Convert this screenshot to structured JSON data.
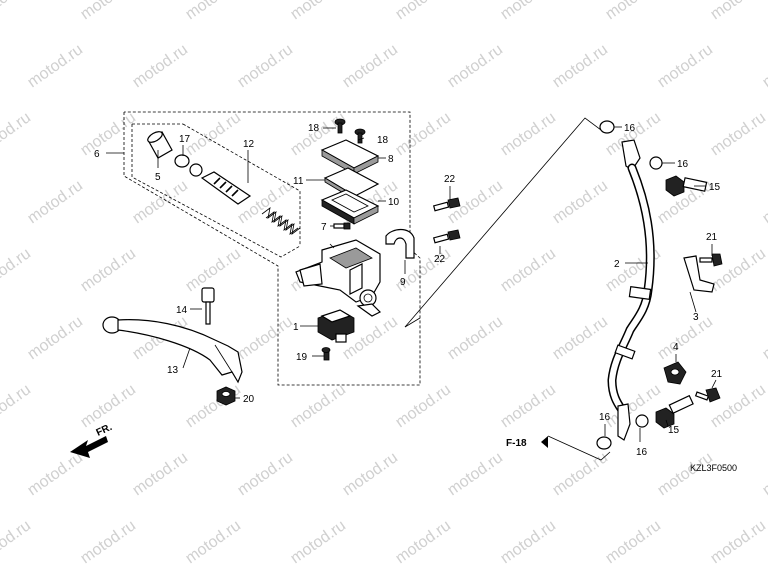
{
  "watermark": "motod.ru",
  "figure_code": "KZL3F0500",
  "ref_label": "F-18",
  "direction_label": "FR.",
  "callouts": [
    {
      "id": "c6",
      "text": "6"
    },
    {
      "id": "c17",
      "text": "17"
    },
    {
      "id": "c12",
      "text": "12"
    },
    {
      "id": "c5",
      "text": "5"
    },
    {
      "id": "c18a",
      "text": "18"
    },
    {
      "id": "c18b",
      "text": "18"
    },
    {
      "id": "c8",
      "text": "8"
    },
    {
      "id": "c11",
      "text": "11"
    },
    {
      "id": "c10",
      "text": "10"
    },
    {
      "id": "c7",
      "text": "7"
    },
    {
      "id": "c9",
      "text": "9"
    },
    {
      "id": "c22a",
      "text": "22"
    },
    {
      "id": "c22b",
      "text": "22"
    },
    {
      "id": "c1",
      "text": "1"
    },
    {
      "id": "c19",
      "text": "19"
    },
    {
      "id": "c14",
      "text": "14"
    },
    {
      "id": "c13",
      "text": "13"
    },
    {
      "id": "c20",
      "text": "20"
    },
    {
      "id": "c16a",
      "text": "16"
    },
    {
      "id": "c16b",
      "text": "16"
    },
    {
      "id": "c15a",
      "text": "15"
    },
    {
      "id": "c2",
      "text": "2"
    },
    {
      "id": "c21a",
      "text": "21"
    },
    {
      "id": "c3",
      "text": "3"
    },
    {
      "id": "c4",
      "text": "4"
    },
    {
      "id": "c21b",
      "text": "21"
    },
    {
      "id": "c16c",
      "text": "16"
    },
    {
      "id": "c16d",
      "text": "16"
    },
    {
      "id": "c15b",
      "text": "15"
    }
  ]
}
